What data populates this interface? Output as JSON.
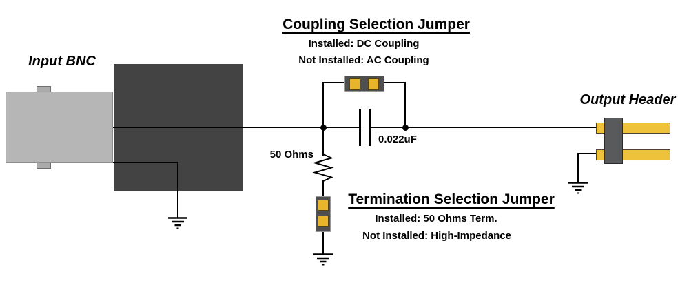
{
  "labels": {
    "input_bnc": "Input BNC",
    "output_header": "Output Header",
    "resistor_value": "50 Ohms",
    "capacitor_value": "0.022uF"
  },
  "coupling_jumper": {
    "title": "Coupling Selection Jumper",
    "installed": "Installed: DC Coupling",
    "not_installed": "Not Installed: AC Coupling"
  },
  "termination_jumper": {
    "title": "Termination Selection Jumper",
    "installed": "Installed: 50 Ohms Term.",
    "not_installed": "Not Installed: High-Impedance"
  },
  "components": {
    "input_connector": "bnc-connector",
    "coupling_capacitor": "capacitor",
    "termination_resistor": "resistor",
    "output_connector": "two-pin-header",
    "ground_symbol_count": 3
  },
  "colors": {
    "wire": "#000000",
    "jumper_body": "#4f4f4f",
    "jumper_pad": "#e8b42c",
    "bnc_barrel": "#b6b6b6",
    "bnc_block": "#434343",
    "header_body": "#595a5c",
    "header_pin": "#eec23a",
    "background": "#ffffff"
  }
}
